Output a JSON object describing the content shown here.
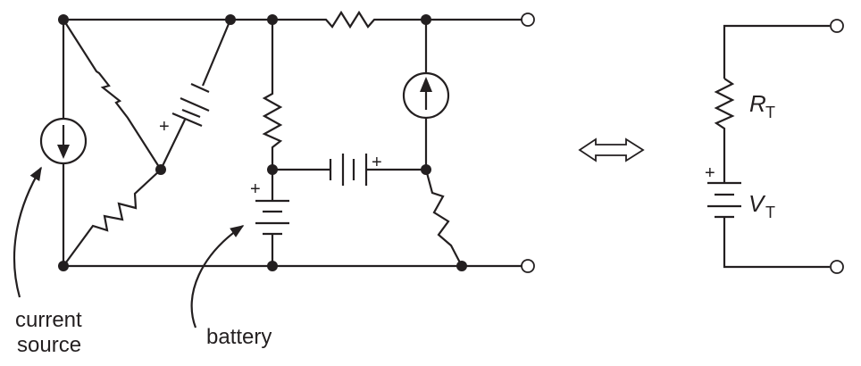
{
  "diagram": {
    "type": "circuit-equivalence",
    "colors": {
      "ink": "#231f20",
      "background": "#ffffff"
    },
    "left_circuit": {
      "annotations": [
        {
          "id": "current-source-label",
          "lines": [
            "current",
            "source"
          ]
        },
        {
          "id": "battery-label",
          "lines": [
            "battery"
          ]
        }
      ],
      "polarity_mark": "+"
    },
    "equivalence_symbol": "double-arrow",
    "thevenin_circuit": {
      "resistor": {
        "symbol": "R",
        "subscript": "T"
      },
      "source": {
        "symbol": "V",
        "subscript": "T",
        "polarity": "+"
      }
    }
  }
}
